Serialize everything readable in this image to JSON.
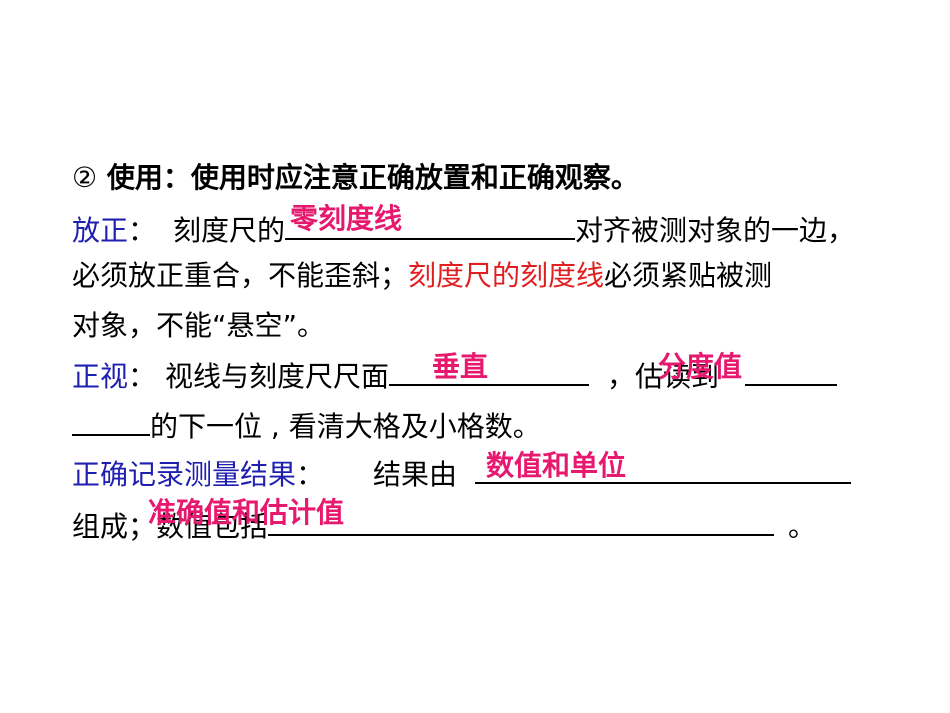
{
  "heading": {
    "marker": "②",
    "text": "使用：使用时应注意正确放置和正确观察。"
  },
  "sections": {
    "fangzheng": {
      "label": "放正",
      "sep": "：",
      "pre": "刻度尺的",
      "post": "对齐被测对象的一边，",
      "line2_pre": "必须放正重合，不能歪斜；",
      "line2_red": "刻度尺的刻度线",
      "line2_post": "必须紧贴被测",
      "line3": "对象，不能“悬空”。",
      "answer": "零刻度线"
    },
    "zhengshi": {
      "label": "正视",
      "sep": "：",
      "pre": "视线与刻度尺尺面",
      "mid": "，估读到",
      "line2_post": "的下一位 , 看清大格及小格数。",
      "answer1": "垂直",
      "answer2": "分度值"
    },
    "jilu": {
      "label": "正确记录测量结果",
      "sep": "：",
      "pre": "结果由",
      "line2_pre": "组成；数值包括",
      "line2_post": "。",
      "answer1": "数值和单位",
      "answer2": "准确值和估计值"
    }
  }
}
